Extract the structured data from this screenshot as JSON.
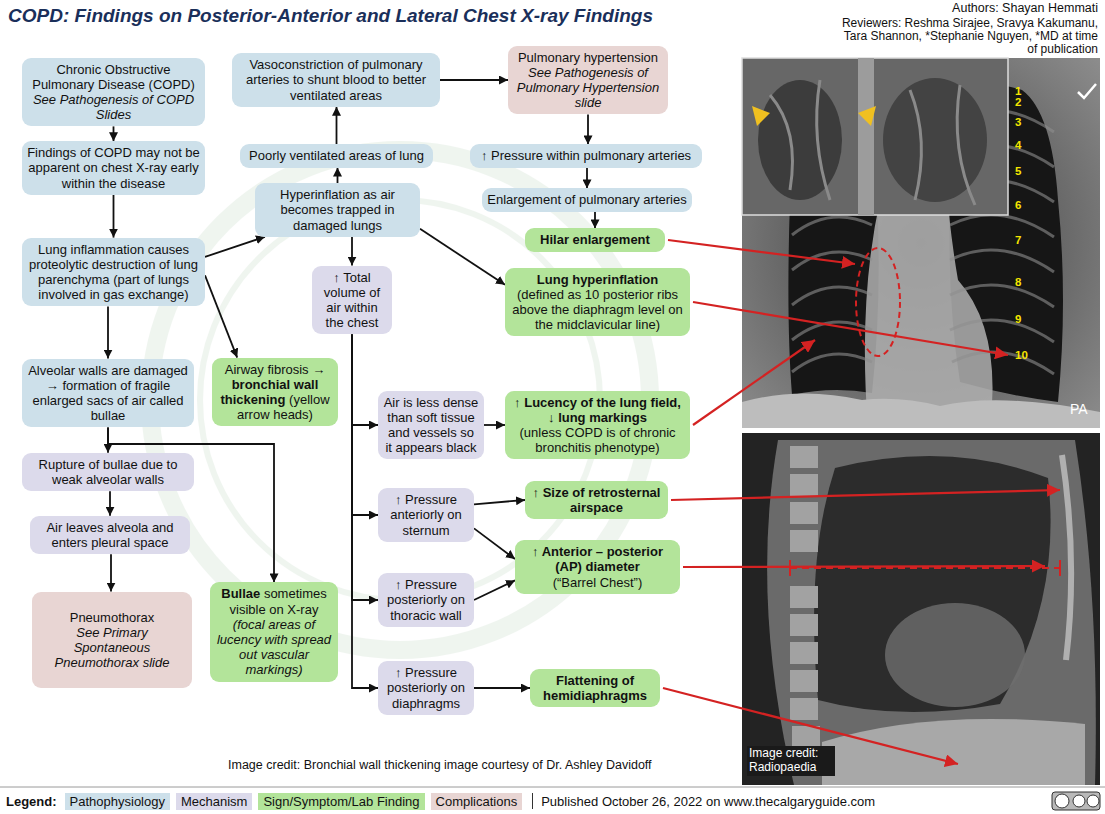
{
  "diagram": {
    "title": "COPD: Findings on Posterior-Anterior and Lateral Chest X-ray Findings",
    "nodes": [
      {
        "text": [
          "Chronic Obstructive Pulmonary Disease (COPD)",
          "See Pathogenesis of COPD Slides"
        ]
      },
      {
        "text": [
          "Findings of COPD may not be apparent on chest X-ray early within the disease"
        ]
      },
      {
        "text": [
          "Lung inflammation causes proteolytic destruction of lung parenchyma (part of lungs involved in gas exchange)"
        ]
      },
      {
        "text": [
          "Alveolar walls are damaged → formation of fragile enlarged sacs of air called bullae"
        ]
      },
      {
        "text": [
          "Rupture of bullae due to weak alveolar walls"
        ]
      },
      {
        "text": [
          "Air leaves alveola and enters pleural space"
        ]
      },
      {
        "text": [
          "Pneumothorax",
          "See Primary Spontaneous Pneumothorax slide"
        ]
      },
      {
        "text": [
          "Vasoconstriction of pulmonary arteries to shunt blood to better ventilated areas"
        ]
      },
      {
        "text": [
          "Poorly ventilated areas of lung"
        ]
      },
      {
        "text": [
          "Hyperinflation as air becomes trapped in damaged lungs"
        ]
      },
      {
        "text": [
          "↑ Total volume of air within the chest"
        ]
      },
      {
        "text": [
          "Airway fibrosis →",
          "bronchial wall thickening",
          "(yellow arrow heads)"
        ]
      },
      {
        "text": [
          "Bullae",
          "sometimes visible on X-ray",
          "(focal areas of lucency with spread out vascular markings)"
        ]
      },
      {
        "text": [
          "Air is less dense than soft tissue and vessels so it appears black"
        ]
      },
      {
        "text": [
          "↑ Pressure anteriorly on sternum"
        ]
      },
      {
        "text": [
          "↑ Pressure posteriorly on thoracic wall"
        ]
      },
      {
        "text": [
          "↑ Pressure posteriorly on diaphragms"
        ]
      },
      {
        "text": [
          "Pulmonary hypertension",
          "See Pathogenesis of Pulmonary Hypertension slide"
        ]
      },
      {
        "text": [
          "↑ Pressure within pulmonary arteries"
        ]
      },
      {
        "text": [
          "Enlargement of pulmonary arteries"
        ]
      },
      {
        "text": [
          "Hilar enlargement"
        ]
      },
      {
        "text": [
          "Lung hyperinflation",
          "(defined as 10 posterior ribs above the diaphragm level on the midclavicular line)"
        ]
      },
      {
        "text": [
          "↑ Lucency of the lung field, ↓ lung markings",
          "(unless COPD is of chronic bronchitis phenotype)"
        ]
      },
      {
        "text": [
          "↑ Size of retrosternal airspace"
        ]
      },
      {
        "text": [
          "↑ Anterior – posterior (AP) diameter",
          "(“Barrel Chest”)"
        ]
      },
      {
        "text": [
          "Flattening of hemidiaphragms"
        ]
      }
    ],
    "edges": [
      {
        "from": 0,
        "to": 1,
        "arrow": "to"
      },
      {
        "from": 1,
        "to": 2,
        "arrow": "to"
      },
      {
        "from": 2,
        "to": 3,
        "arrow": "to"
      },
      {
        "from": 2,
        "to": 9,
        "arrow": "to"
      },
      {
        "from": 2,
        "to": 11,
        "arrow": "to"
      },
      {
        "from": 3,
        "to": 4,
        "arrow": "to"
      },
      {
        "from": 3,
        "to": 12,
        "arrow": "to"
      },
      {
        "from": 4,
        "to": 5,
        "arrow": "to"
      },
      {
        "from": 5,
        "to": 6,
        "arrow": "to"
      },
      {
        "from": 9,
        "to": 8,
        "arrow": "to"
      },
      {
        "from": 8,
        "to": 7,
        "arrow": "to"
      },
      {
        "from": 7,
        "to": 17,
        "arrow": "to"
      },
      {
        "from": 17,
        "to": 18,
        "arrow": "to"
      },
      {
        "from": 18,
        "to": 19,
        "arrow": "to"
      },
      {
        "from": 19,
        "to": 20,
        "arrow": "to"
      },
      {
        "from": 9,
        "to": 10,
        "arrow": "to"
      },
      {
        "from": 9,
        "to": 21,
        "arrow": "to"
      },
      {
        "from": 10,
        "to": 13,
        "arrow": "to"
      },
      {
        "from": 10,
        "to": 14,
        "arrow": "to"
      },
      {
        "from": 10,
        "to": 15,
        "arrow": "to"
      },
      {
        "from": 10,
        "to": 16,
        "arrow": "to"
      },
      {
        "from": 13,
        "to": 22,
        "arrow": "to"
      },
      {
        "from": 14,
        "to": 23,
        "arrow": "to"
      },
      {
        "from": 14,
        "to": 24,
        "arrow": "to"
      },
      {
        "from": 15,
        "to": 24,
        "arrow": "to"
      },
      {
        "from": 16,
        "to": 25,
        "arrow": "to"
      }
    ],
    "labels": [
      "Authors: Shayan Hemmati",
      "Reviewers: Reshma Sirajee, Sravya Kakumanu, Tara Shannon, *Stephanie Nguyen, *MD at time of publication",
      "1",
      "2",
      "3",
      "4",
      "5",
      "6",
      "7",
      "8",
      "9",
      "10",
      "PA",
      "Image credit: Bronchial wall thickening image courtesy of Dr. Ashley Davidoff",
      "Image credit: Radiopaedia",
      "Legend:",
      "Published October 26, 2022 on www.thecalgaryguide.com"
    ],
    "legend": [
      {
        "text": "Pathophysiology",
        "color": "#cde0ea"
      },
      {
        "text": "Mechanism",
        "color": "#dcdaeb"
      },
      {
        "text": "Sign/Symptom/Lab Finding",
        "color": "#b3e49a"
      },
      {
        "text": "Complications",
        "color": "#e8d5d3"
      }
    ]
  }
}
